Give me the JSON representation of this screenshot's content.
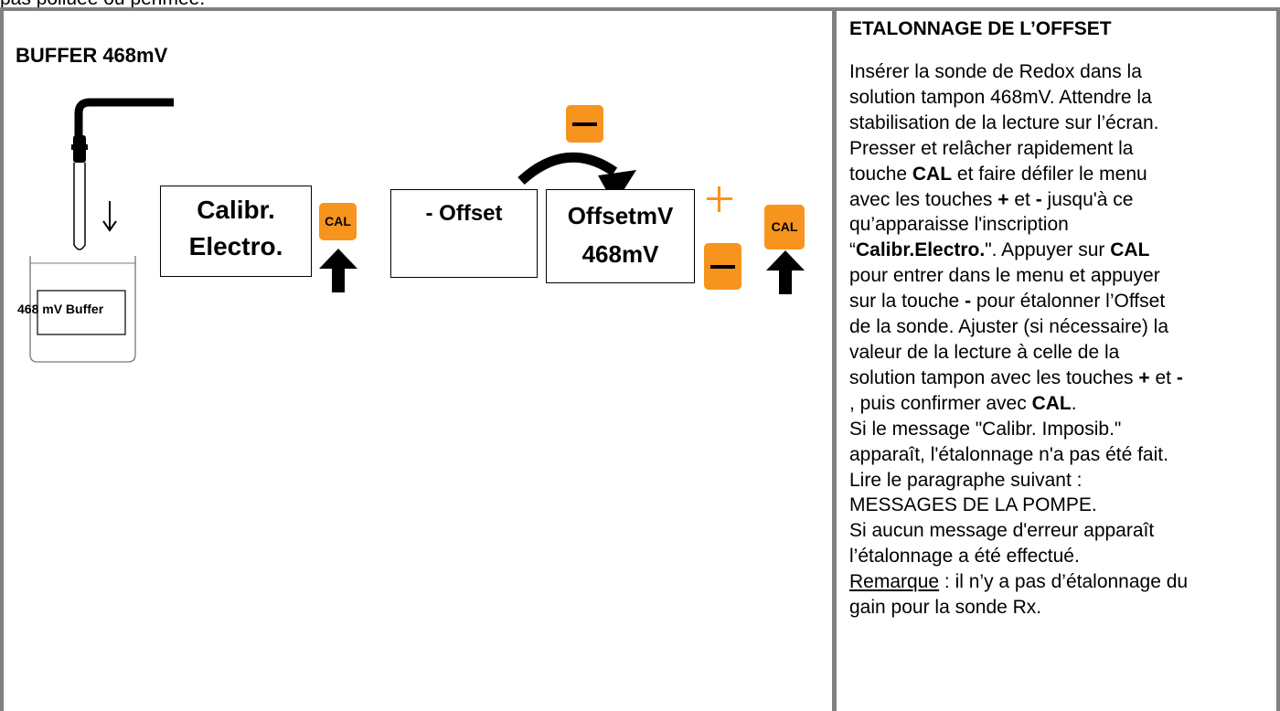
{
  "top_text": "pas polluée ou périmée.",
  "left": {
    "title": "BUFFER 468mV",
    "beaker_label": "468 mV  Buffer",
    "display_calibr_line1": "Calibr.",
    "display_calibr_line2": "Electro.",
    "display_offset": "- Offset",
    "display_offsetmv_line1": "OffsetmV",
    "display_offsetmv_line2": "468mV",
    "key_cal_1": "CAL",
    "key_cal_2": "CAL",
    "key_plus": "+",
    "key_minus": "—"
  },
  "right": {
    "title": "ETALONNAGE DE L’OFFSET",
    "line01": "Insérer la sonde de Redox dans la",
    "line02": "solution tampon 468mV. Attendre la",
    "line03": "stabilisation de la lecture sur l’écran.",
    "line04": "Presser et relâcher rapidement la",
    "line05_a": "touche ",
    "line05_b": "CAL",
    "line05_c": " et faire défiler le menu",
    "line06_a": "avec les touches ",
    "line06_b": "+",
    "line06_c": " et ",
    "line06_d": "-",
    "line06_e": " jusqu'à ce",
    "line07": "qu’apparaisse l'inscription",
    "line08_a": "“",
    "line08_b": "Calibr.Electro.",
    "line08_c": "\". Appuyer sur ",
    "line08_d": "CAL",
    "line09": "pour entrer dans le menu et appuyer",
    "line10_a": "sur la touche ",
    "line10_b": "-",
    "line10_c": " pour étalonner l’Offset",
    "line11": "de la sonde. Ajuster (si nécessaire) la",
    "line12": "valeur de la lecture à celle de la",
    "line13_a": "solution tampon avec les touches ",
    "line13_b": "+",
    "line13_c": " et ",
    "line13_d": "-",
    "line14_a": ", puis confirmer avec ",
    "line14_b": "CAL",
    "line14_c": ".",
    "line15": "Si le message \"Calibr. Imposib.\"",
    "line16": "apparaît, l'étalonnage n'a pas été fait.",
    "line17": "Lire le paragraphe suivant :",
    "line18": "MESSAGES DE LA POMPE.",
    "line19": "Si aucun message d'erreur apparaît",
    "line20": "l’étalonnage a été effectué.",
    "line21_a": "Remarque",
    "line21_b": " : il n’y a pas d’étalonnage du",
    "line22": "gain pour la sonde Rx."
  }
}
